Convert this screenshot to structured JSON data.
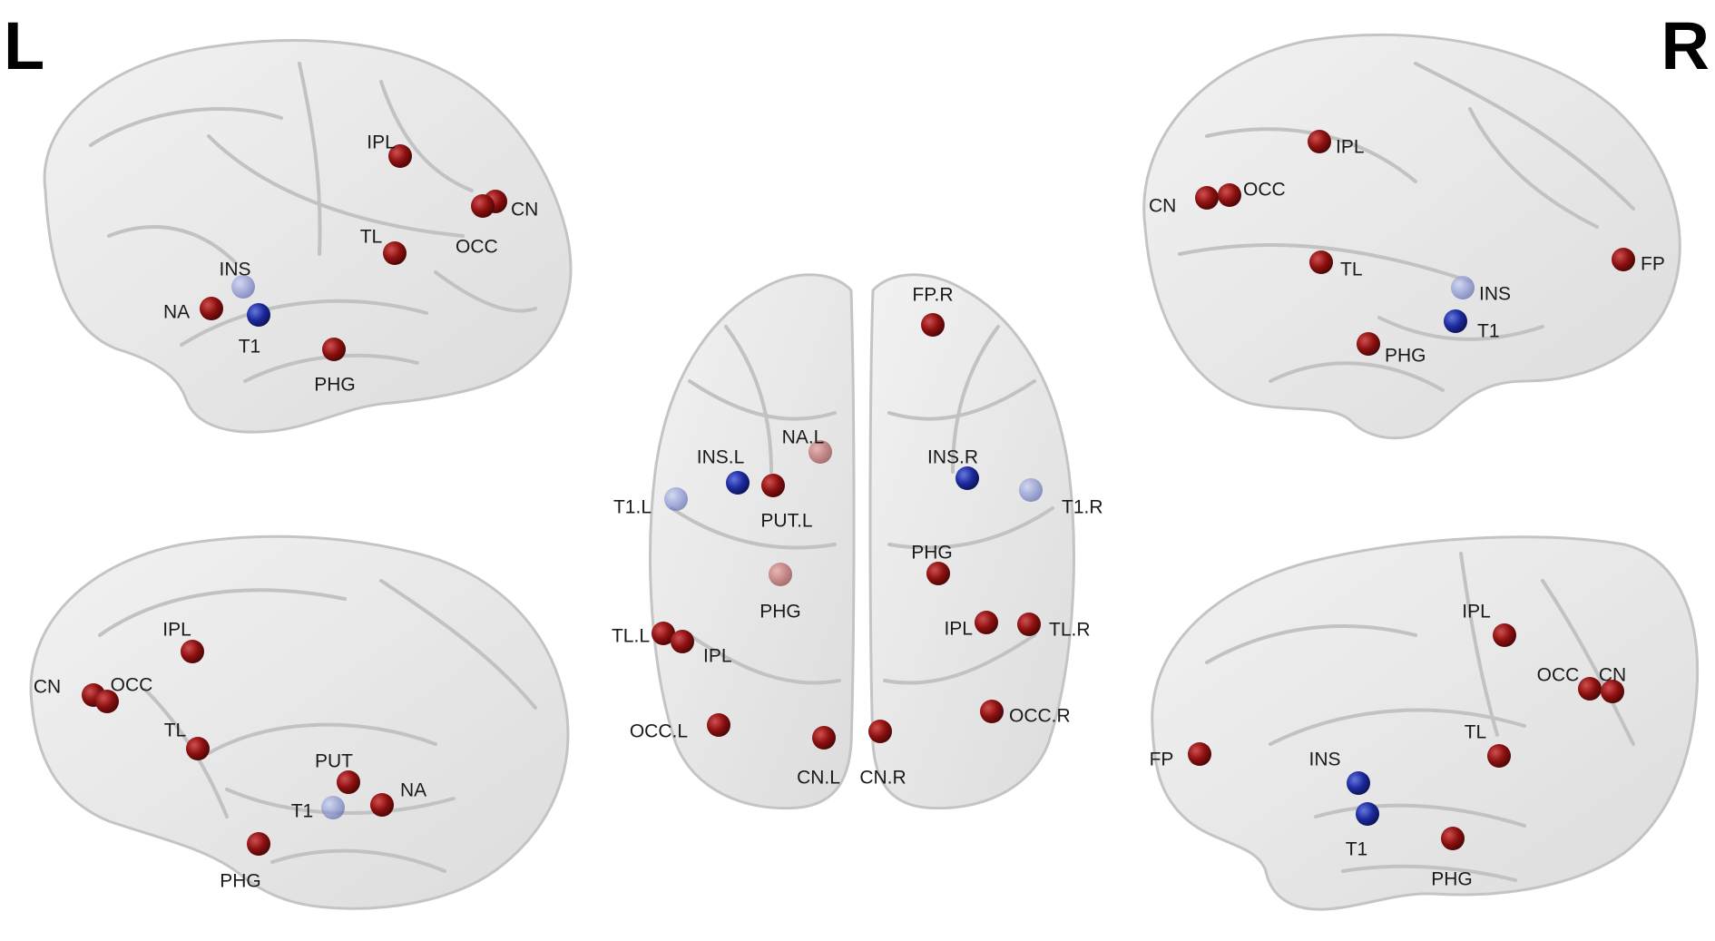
{
  "corners": {
    "left": "L",
    "right": "R"
  },
  "colors": {
    "red_node": "#8c1010",
    "blue_node": "#1c2a9c",
    "brain_fill": "#e9e9e9",
    "brain_edge": "#c9c9c9",
    "sulcus": "#bdbdbd"
  },
  "views": [
    {
      "id": "left-lateral",
      "nodes": [
        {
          "label": "IPL",
          "color": "red"
        },
        {
          "label": "CN",
          "color": "red"
        },
        {
          "label": "OCC",
          "color": "red"
        },
        {
          "label": "TL",
          "color": "red"
        },
        {
          "label": "INS",
          "color": "blue-faint"
        },
        {
          "label": "NA",
          "color": "red"
        },
        {
          "label": "T1",
          "color": "blue"
        },
        {
          "label": "PHG",
          "color": "red"
        }
      ]
    },
    {
      "id": "right-medial",
      "nodes": [
        {
          "label": "IPL",
          "color": "red"
        },
        {
          "label": "CN",
          "color": "red"
        },
        {
          "label": "OCC",
          "color": "red"
        },
        {
          "label": "TL",
          "color": "red"
        },
        {
          "label": "FP",
          "color": "red"
        },
        {
          "label": "INS",
          "color": "blue-faint"
        },
        {
          "label": "T1",
          "color": "blue"
        },
        {
          "label": "PHG",
          "color": "red"
        }
      ]
    },
    {
      "id": "top-axial",
      "nodes": [
        {
          "label": "FP.R",
          "color": "red"
        },
        {
          "label": "NA.L",
          "color": "red-faint"
        },
        {
          "label": "INS.L",
          "color": "blue"
        },
        {
          "label": "INS.R",
          "color": "blue"
        },
        {
          "label": "T1.L",
          "color": "blue-faint"
        },
        {
          "label": "T1.R",
          "color": "blue-faint"
        },
        {
          "label": "PUT.L",
          "color": "red"
        },
        {
          "label": "PHG",
          "color": "red"
        },
        {
          "label": "PHG",
          "color": "red-faint"
        },
        {
          "label": "TL.L",
          "color": "red"
        },
        {
          "label": "IPL",
          "color": "red"
        },
        {
          "label": "IPL",
          "color": "red"
        },
        {
          "label": "TL.R",
          "color": "red"
        },
        {
          "label": "OCC.L",
          "color": "red"
        },
        {
          "label": "OCC.R",
          "color": "red"
        },
        {
          "label": "CN.L",
          "color": "red"
        },
        {
          "label": "CN.R",
          "color": "red"
        }
      ]
    },
    {
      "id": "left-medial",
      "nodes": [
        {
          "label": "IPL",
          "color": "red"
        },
        {
          "label": "CN",
          "color": "red"
        },
        {
          "label": "OCC",
          "color": "red"
        },
        {
          "label": "TL",
          "color": "red"
        },
        {
          "label": "PUT",
          "color": "red"
        },
        {
          "label": "NA",
          "color": "red"
        },
        {
          "label": "T1",
          "color": "blue-faint"
        },
        {
          "label": "PHG",
          "color": "red"
        }
      ]
    },
    {
      "id": "right-lateral",
      "nodes": [
        {
          "label": "IPL",
          "color": "red"
        },
        {
          "label": "OCC",
          "color": "red"
        },
        {
          "label": "CN",
          "color": "red"
        },
        {
          "label": "FP",
          "color": "red"
        },
        {
          "label": "TL",
          "color": "red"
        },
        {
          "label": "INS",
          "color": "blue"
        },
        {
          "label": "T1",
          "color": "blue"
        },
        {
          "label": "PHG",
          "color": "red"
        }
      ]
    }
  ]
}
